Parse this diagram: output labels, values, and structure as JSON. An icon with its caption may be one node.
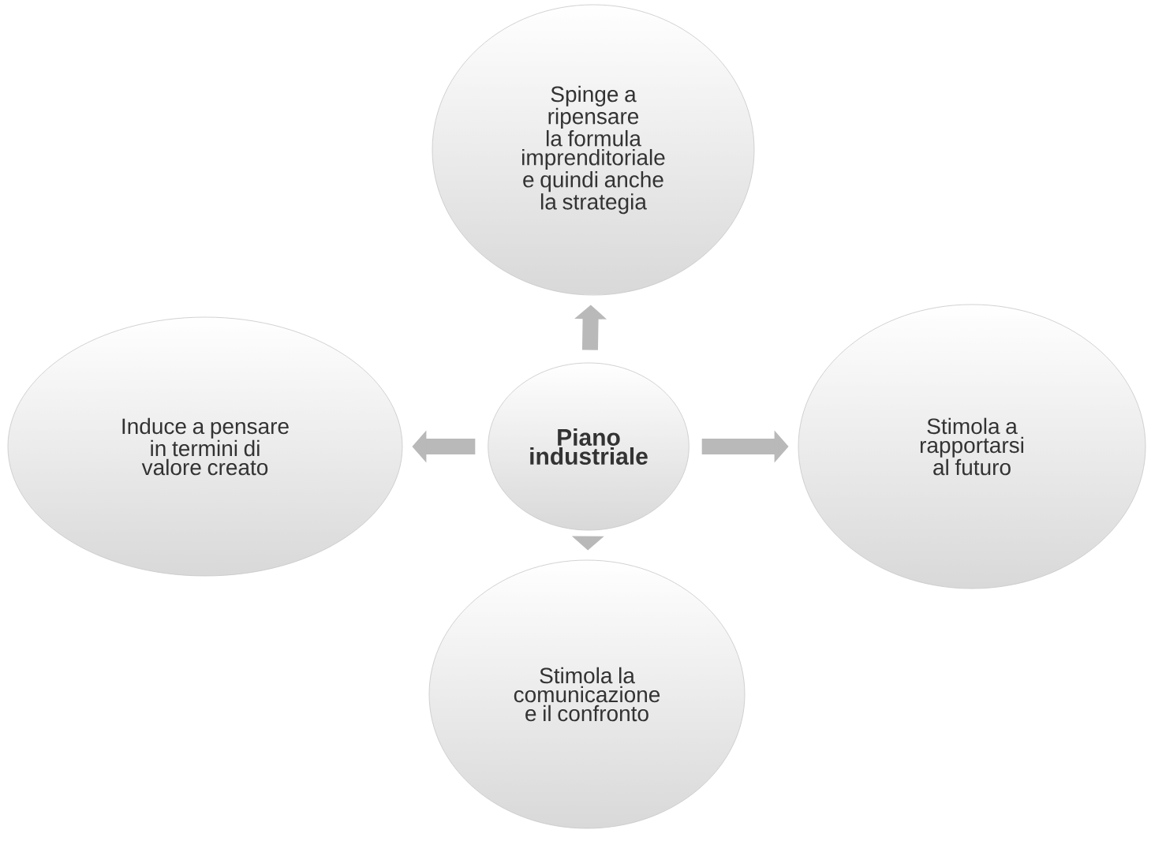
{
  "diagram": {
    "nodes": [
      {
        "text": [
          "Spinge a ripensare la formula imprenditoriale e quindi anche la strategia"
        ]
      },
      {
        "text": [
          "Induce a pensare in termini di valore creato"
        ]
      },
      {
        "text": [
          "Piano industriale"
        ]
      },
      {
        "text": [
          "Stimola a rapportarsi al futuro"
        ]
      },
      {
        "text": [
          "Stimola la comunicazione e il confronto"
        ]
      }
    ],
    "edges": [
      {
        "from": 2,
        "to": 0,
        "arrow": "to"
      },
      {
        "from": 2,
        "to": 1,
        "arrow": "to"
      },
      {
        "from": 2,
        "to": 3,
        "arrow": "to"
      },
      {
        "from": 2,
        "to": 4,
        "arrow": "to"
      }
    ]
  }
}
